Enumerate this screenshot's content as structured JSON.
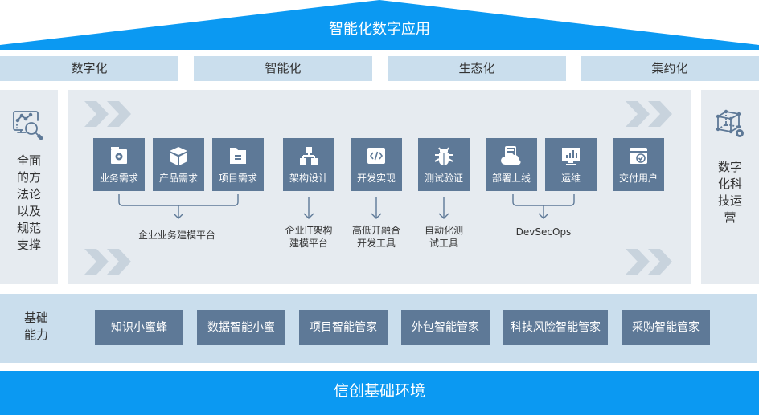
{
  "roof": {
    "title": "智能化数字应用"
  },
  "pillars": [
    {
      "label": "数字化"
    },
    {
      "label": "智能化"
    },
    {
      "label": "生态化"
    },
    {
      "label": "集约化"
    }
  ],
  "left_panel": {
    "icon": "analytics-search-icon",
    "lines": [
      "全面",
      "的方",
      "法论",
      "以及",
      "规范",
      "支撑"
    ]
  },
  "right_panel": {
    "icon": "cube-gear-icon",
    "lines": [
      "数字",
      "化科",
      "技运",
      "营"
    ]
  },
  "stages": [
    {
      "label": "业务需求",
      "icon": "folder-gear-icon"
    },
    {
      "label": "产品需求",
      "icon": "box-icon"
    },
    {
      "label": "项目需求",
      "icon": "document-folder-icon"
    },
    {
      "label": "架构设计",
      "icon": "hierarchy-icon"
    },
    {
      "label": "开发实现",
      "icon": "code-icon"
    },
    {
      "label": "测试验证",
      "icon": "bug-icon"
    },
    {
      "label": "部署上线",
      "icon": "cloud-server-icon"
    },
    {
      "label": "运维",
      "icon": "monitor-chart-icon"
    },
    {
      "label": "交付用户",
      "icon": "calendar-check-icon"
    }
  ],
  "platforms": [
    {
      "lines": [
        "企业业务建模平台"
      ]
    },
    {
      "lines": [
        "企业IT架构",
        "建模平台"
      ]
    },
    {
      "lines": [
        "高低开融合",
        "开发工具"
      ]
    },
    {
      "lines": [
        "自动化测",
        "试工具"
      ]
    },
    {
      "lines": [
        "DevSecOps"
      ]
    }
  ],
  "base": {
    "label_lines": [
      "基础",
      "能力"
    ],
    "capabilities": [
      "知识小蜜蜂",
      "数据智能小蜜",
      "项目智能管家",
      "外包智能管家",
      "科技风险智能管家",
      "采购智能管家"
    ]
  },
  "foundation": {
    "title": "信创基础环境"
  },
  "colors": {
    "primary_blue": "#0b99f2",
    "tile": "#5e7997",
    "light_blue": "#cadeed",
    "panel_gray": "#e6ebf0",
    "chevron": "#c8d3dd",
    "line": "#5e7997"
  }
}
